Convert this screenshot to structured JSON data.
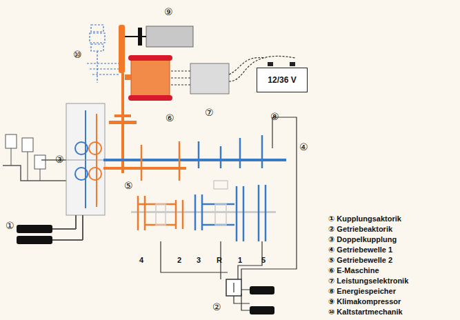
{
  "diagram": {
    "nodes": [
      {
        "text": [
          "12/36 V"
        ]
      }
    ],
    "labels": [
      "⑨",
      "⑩",
      "⑥",
      "⑦",
      "⑧",
      "④",
      "③",
      "⑤",
      "①",
      "②",
      "4",
      "2",
      "3",
      "R",
      "1",
      "5",
      "① Kupplungsaktorik",
      "② Getriebeaktorik",
      "③ Doppelkupplung",
      "④ Getriebewelle 1",
      "⑤ Getriebewelle 2",
      "⑥ E-Maschine",
      "⑦ Leistungselektronik",
      "⑧ Energiespeicher",
      "⑨ Klimakompressor",
      "⑩ Kaltstartmechanik"
    ]
  }
}
